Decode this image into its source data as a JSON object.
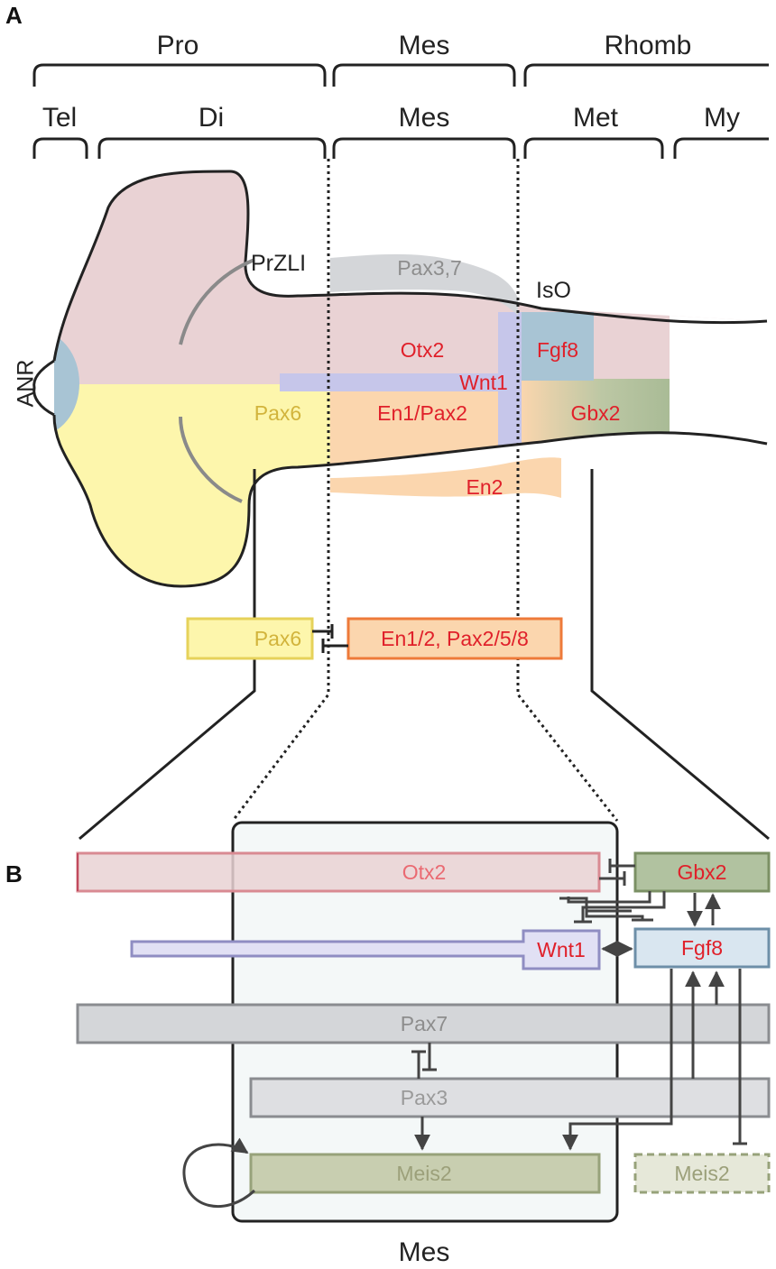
{
  "panels": {
    "a": "A",
    "b": "B"
  },
  "regions_top": [
    "Pro",
    "Mes",
    "Rhomb"
  ],
  "regions_sub": [
    "Tel",
    "Di",
    "Mes",
    "Met",
    "My"
  ],
  "panel_a": {
    "anr": "ANR",
    "przli": "PrZLI",
    "iso": "IsO",
    "pax37": "Pax3,7",
    "otx2": "Otx2",
    "fgf8": "Fgf8",
    "wnt1": "Wnt1",
    "pax6": "Pax6",
    "en1pax2": "En1/Pax2",
    "gbx2": "Gbx2",
    "en2": "En2",
    "box_pax6": "Pax6",
    "box_en": "En1/2, Pax2/5/8"
  },
  "panel_b": {
    "otx2": "Otx2",
    "gbx2": "Gbx2",
    "wnt1": "Wnt1",
    "fgf8": "Fgf8",
    "pax7": "Pax7",
    "pax3": "Pax3",
    "meis2": "Meis2",
    "meis2_outer": "Meis2",
    "mes": "Mes"
  },
  "colors": {
    "pink": "#e9d2d4",
    "yellow": "#fdf6ac",
    "blue": "#a8c4d4",
    "lavender": "#c6c6ea",
    "peach": "#fbd6ae",
    "green": "#b1c2a0",
    "grey": "#d4d6d9",
    "gene_red": "#e0202a",
    "pax6_text": "#d2b43c"
  }
}
